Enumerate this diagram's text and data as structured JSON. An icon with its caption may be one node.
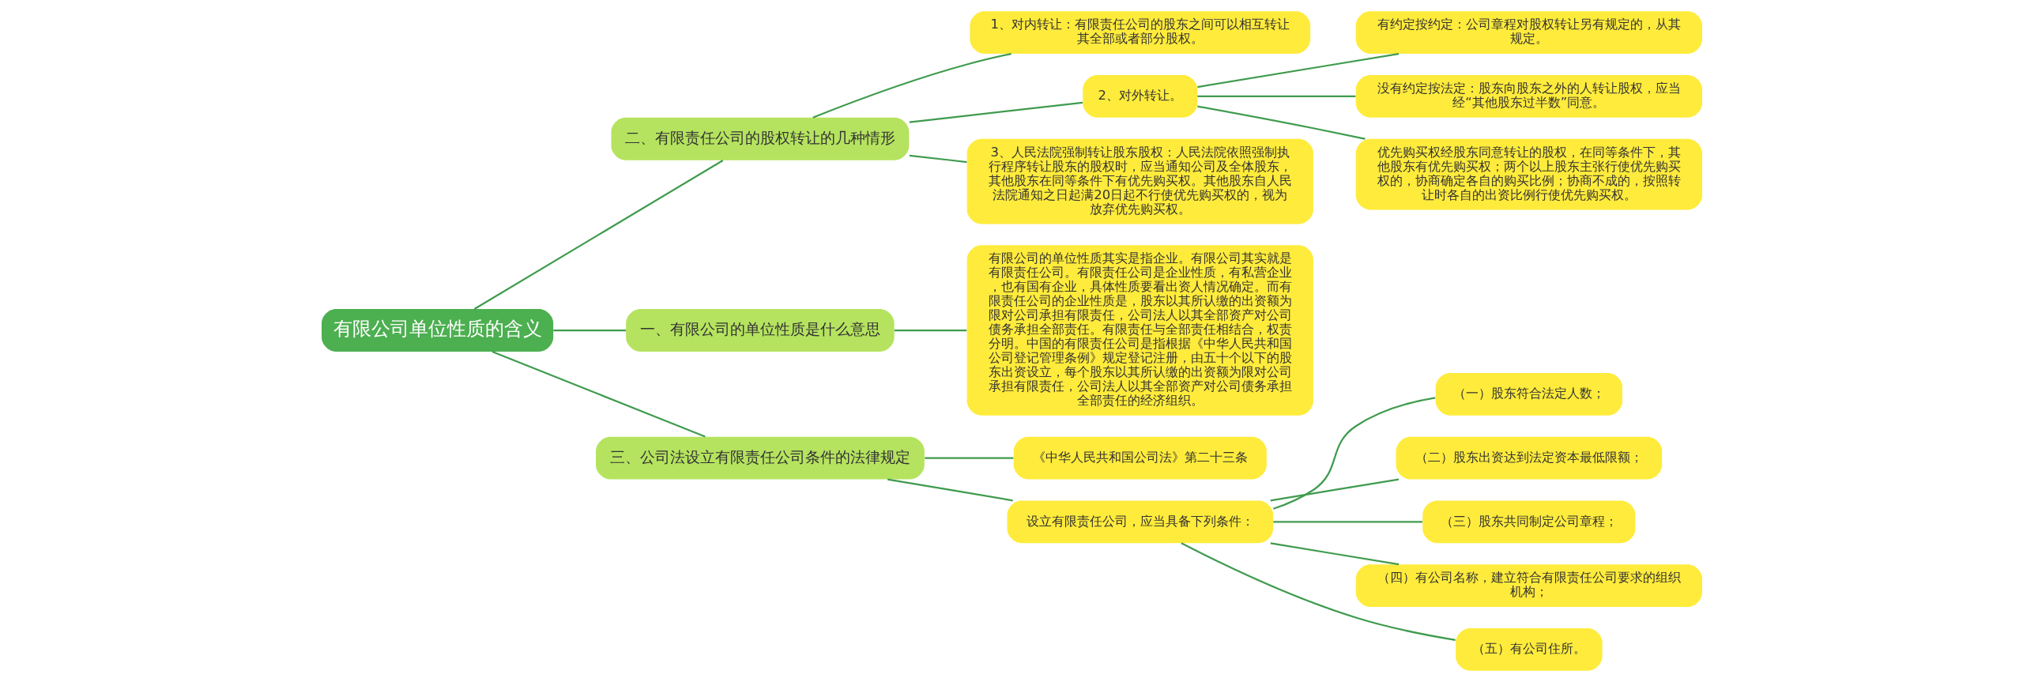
{
  "diagram": {
    "nodes": [
      {
        "text": [
          "有限公司单位性质的含义"
        ]
      },
      {
        "text": [
          "二、有限责任公司的股权转让的几种情形"
        ]
      },
      {
        "text": [
          "1、对内转让：有限责任公司的股东之间可以相互转让其全部或者部分股权。"
        ]
      },
      {
        "text": [
          "2、对外转让。"
        ]
      },
      {
        "text": [
          "有约定按约定：公司章程对股权转让另有规定的，从其规定。"
        ]
      },
      {
        "text": [
          "没有约定按法定：股东向股东之外的人转让股权，应当经“其他股东过半数”同意。"
        ]
      },
      {
        "text": [
          "优先购买权经股东同意转让的股权，在同等条件下，其他股东有优先购买权；两个以上股东主张行使优先购买权的，协商确定各自的购买比例；协商不成的，按照转让时各自的出资比例行使优先购买权。"
        ]
      },
      {
        "text": [
          "3、人民法院强制转让股东股权：人民法院依照强制执行程序转让股东的股权时，应当通知公司及全体股东，其他股东在同等条件下有优先购买权。其他股东自人民法院通知之日起满20日起不行使优先购买权的，视为放弃优先购买权。"
        ]
      },
      {
        "text": [
          "一、有限公司的单位性质是什么意思"
        ]
      },
      {
        "text": [
          "有限公司的单位性质其实是指企业。有限公司其实就是有限责任公司。有限责任公司是企业性质，有私营企业，也有国有企业，具体性质要看出资人情况确定。而有限责任公司的企业性质是，股东以其所认缴的出资额为限对公司承担有限责任，公司法人以其全部资产对公司债务承担全部责任。有限责任与全部责任相结合，权责分明。中国的有限责任公司是指根据《中华人民共和国公司登记管理条例》规定登记注册，由五十个以下的股东出资设立，每个股东以其所认缴的出资额为限对公司承担有限责任，公司法人以其全部资产对公司债务承担全部责任的经济组织。"
        ]
      },
      {
        "text": [
          "三、公司法设立有限责任公司条件的法律规定"
        ]
      },
      {
        "text": [
          "《中华人民共和国公司法》第二十三条"
        ]
      },
      {
        "text": [
          "设立有限责任公司，应当具备下列条件："
        ]
      },
      {
        "text": [
          "（一）股东符合法定人数；"
        ]
      },
      {
        "text": [
          "（二）股东出资达到法定资本最低限额；"
        ]
      },
      {
        "text": [
          "（三）股东共同制定公司章程；"
        ]
      },
      {
        "text": [
          "（四）有公司名称，建立符合有限责任公司要求的组织机构；"
        ]
      },
      {
        "text": [
          "（五）有公司住所。"
        ]
      }
    ],
    "edges": [
      {
        "from": 0,
        "to": 1,
        "arrow": "none"
      },
      {
        "from": 1,
        "to": 2,
        "arrow": "none"
      },
      {
        "from": 1,
        "to": 3,
        "arrow": "none"
      },
      {
        "from": 3,
        "to": 4,
        "arrow": "none"
      },
      {
        "from": 3,
        "to": 5,
        "arrow": "none"
      },
      {
        "from": 3,
        "to": 6,
        "arrow": "none"
      },
      {
        "from": 1,
        "to": 7,
        "arrow": "none"
      },
      {
        "from": 0,
        "to": 8,
        "arrow": "none"
      },
      {
        "from": 8,
        "to": 9,
        "arrow": "none"
      },
      {
        "from": 0,
        "to": 10,
        "arrow": "none"
      },
      {
        "from": 10,
        "to": 11,
        "arrow": "none"
      },
      {
        "from": 10,
        "to": 12,
        "arrow": "none"
      },
      {
        "from": 12,
        "to": 13,
        "arrow": "none"
      },
      {
        "from": 12,
        "to": 14,
        "arrow": "none"
      },
      {
        "from": 12,
        "to": 15,
        "arrow": "none"
      },
      {
        "from": 12,
        "to": 16,
        "arrow": "none"
      },
      {
        "from": 12,
        "to": 17,
        "arrow": "none"
      }
    ]
  }
}
